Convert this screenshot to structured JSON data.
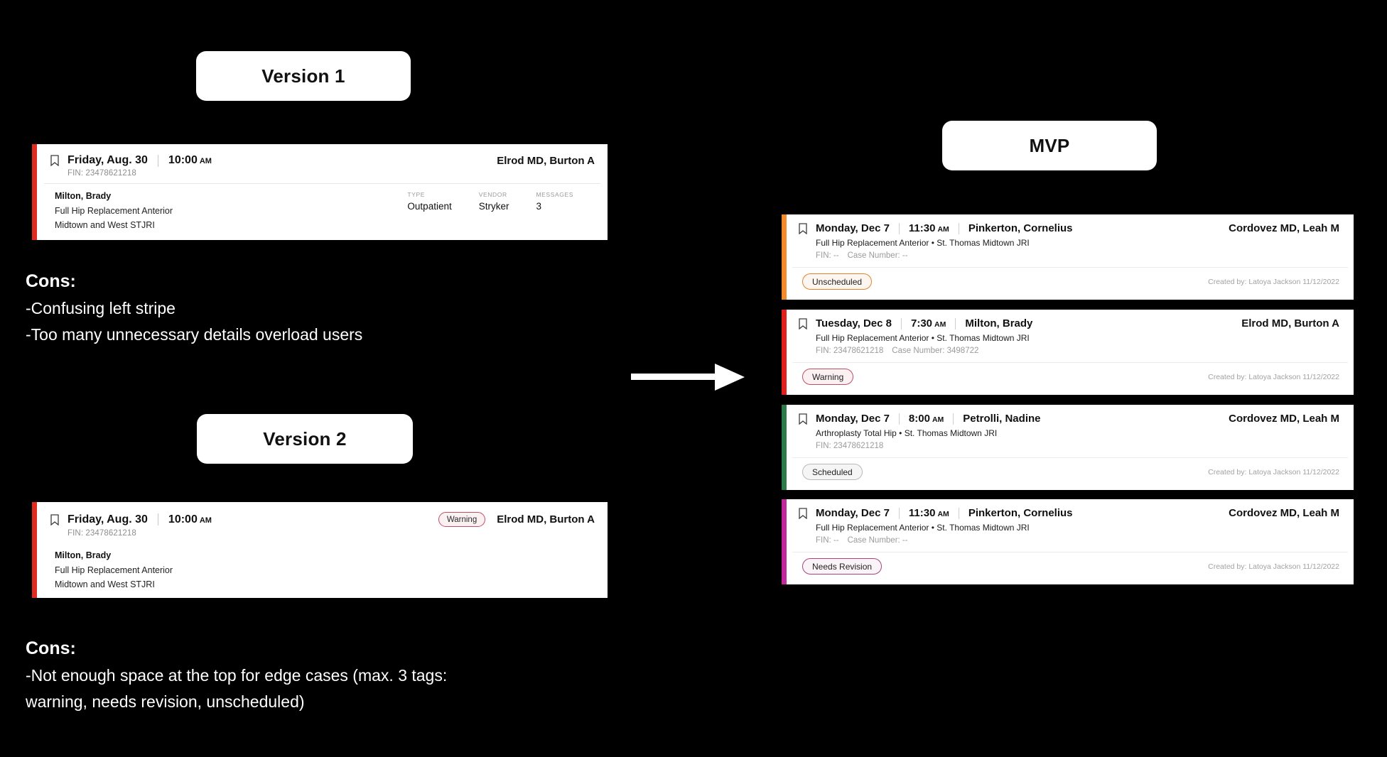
{
  "headers": {
    "version1": "Version 1",
    "version2": "Version 2",
    "mvp": "MVP"
  },
  "icons": {
    "bookmark": "bookmark-icon",
    "arrow": "right-arrow-icon"
  },
  "version1_card": {
    "stripe_color": "#e02b20",
    "date": "Friday, Aug. 30",
    "time": "10:00",
    "time_ampm": "AM",
    "surgeon": "Elrod MD, Burton A",
    "fin": "FIN: 23478621218",
    "patient": "Milton, Brady",
    "procedure": "Full Hip Replacement Anterior",
    "location": "Midtown and West STJRI",
    "meta": [
      {
        "label": "TYPE",
        "value": "Outpatient"
      },
      {
        "label": "VENDOR",
        "value": "Stryker"
      },
      {
        "label": "MESSAGES",
        "value": "3"
      }
    ]
  },
  "version1_cons": {
    "title": "Cons:",
    "lines": [
      "-Confusing left stripe",
      "-Too many unnecessary details overload users"
    ]
  },
  "version2_card": {
    "stripe_color": "#e02b20",
    "date": "Friday, Aug. 30",
    "time": "10:00",
    "time_ampm": "AM",
    "tag": "Warning",
    "surgeon": "Elrod MD, Burton A",
    "fin": "FIN: 23478621218",
    "patient": "Milton, Brady",
    "procedure": "Full Hip Replacement Anterior",
    "location": "Midtown and West STJRI"
  },
  "version2_cons": {
    "title": "Cons:",
    "lines": [
      "-Not enough space at the top for edge cases (max. 3 tags:",
      "warning, needs revision, unscheduled)"
    ]
  },
  "mvp_cards": [
    {
      "stripe_color": "#f28b2b",
      "date": "Monday, Dec 7",
      "time": "11:30",
      "time_ampm": "AM",
      "patient": "Pinkerton, Cornelius",
      "surgeon": "Cordovez MD, Leah M",
      "procedure": "Full Hip Replacement Anterior • St. Thomas Midtown JRI",
      "fin": "FIN: --",
      "case_number": "Case Number: --",
      "tag": "Unscheduled",
      "tag_class": "tag-unscheduled",
      "created": "Created by: Latoya Jackson 11/12/2022"
    },
    {
      "stripe_color": "#e0201f",
      "date": "Tuesday, Dec 8",
      "time": "7:30",
      "time_ampm": "AM",
      "patient": "Milton, Brady",
      "surgeon": "Elrod MD, Burton A",
      "procedure": "Full Hip Replacement Anterior • St. Thomas Midtown JRI",
      "fin": "FIN: 23478621218",
      "case_number": "Case Number: 3498722",
      "tag": "Warning",
      "tag_class": "tag-warning-m",
      "created": "Created by: Latoya Jackson 11/12/2022"
    },
    {
      "stripe_color": "#2f7a4a",
      "date": "Monday, Dec 7",
      "time": "8:00",
      "time_ampm": "AM",
      "patient": "Petrolli, Nadine",
      "surgeon": "Cordovez MD, Leah M",
      "procedure": "Arthroplasty Total Hip • St. Thomas Midtown JRI",
      "fin": "FIN: 23478621218",
      "case_number": "",
      "tag": "Scheduled",
      "tag_class": "tag-scheduled",
      "created": "Created by: Latoya Jackson 11/12/2022"
    },
    {
      "stripe_color": "#c0289b",
      "date": "Monday, Dec 7",
      "time": "11:30",
      "time_ampm": "AM",
      "patient": "Pinkerton, Cornelius",
      "surgeon": "Cordovez MD, Leah M",
      "procedure": "Full Hip Replacement Anterior • St. Thomas Midtown JRI",
      "fin": "FIN: --",
      "case_number": "Case Number: --",
      "tag": "Needs Revision",
      "tag_class": "tag-needsrev",
      "created": "Created by: Latoya Jackson 11/12/2022"
    }
  ]
}
